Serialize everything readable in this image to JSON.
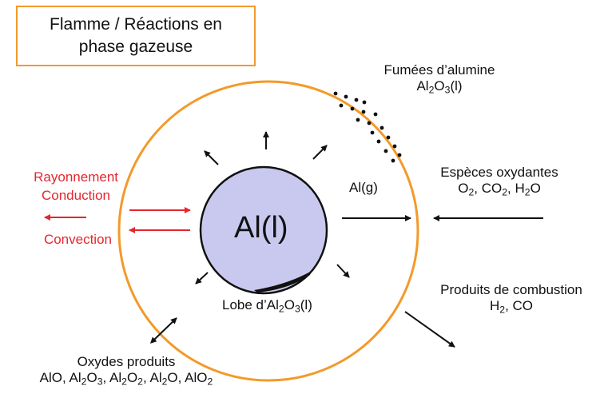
{
  "title": {
    "line1": "Flamme / Réactions en",
    "line2": "phase gazeuse"
  },
  "center_label": "Al(l)",
  "gas_label": "Al(g)",
  "lobe_label": "Lobe d’Al<sub>2</sub>O<sub>3</sub>(l)",
  "fumes": {
    "line1": "Fumées d’alumine",
    "line2": "Al<sub>2</sub>O<sub>3</sub>(l)"
  },
  "oxidizers": {
    "line1": "Espèces oxydantes",
    "line2": "O<sub>2</sub>, CO<sub>2</sub>, H<sub>2</sub>O"
  },
  "combustion_products": {
    "line1": "Produits de combustion",
    "line2": "H<sub>2</sub>, CO"
  },
  "oxides": {
    "line1": "Oxydes produits",
    "line2": "AlO, Al<sub>2</sub>O<sub>3</sub>, Al<sub>2</sub>O<sub>2</sub>, Al<sub>2</sub>O, AlO<sub>2</sub>"
  },
  "heat_transfer": {
    "line1": "Rayonnement",
    "line2": "Conduction",
    "line3": "Convection"
  },
  "colors": {
    "flame_ring": "#f39a2a",
    "droplet_fill": "#c9c9ef",
    "heat_arrows": "#e5262d",
    "ink": "#111111"
  }
}
